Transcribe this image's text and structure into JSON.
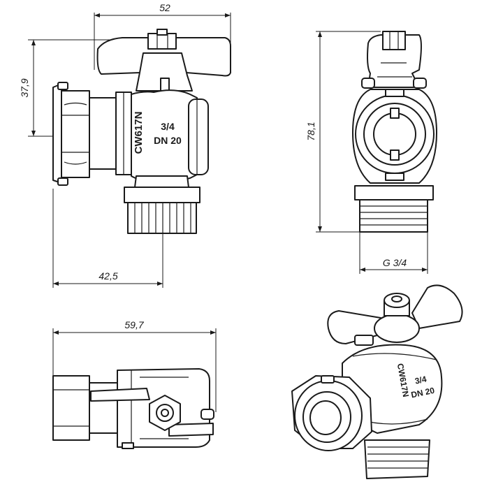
{
  "drawing": {
    "dimensions": {
      "top_width": "52",
      "left_height": "37,9",
      "bottom_offset": "42,5",
      "right_height": "78,1",
      "thread": "G 3/4",
      "bottom_width": "59,7"
    },
    "body_marking": {
      "model": "CW617N",
      "size": "3/4",
      "nominal": "DN 20"
    }
  }
}
